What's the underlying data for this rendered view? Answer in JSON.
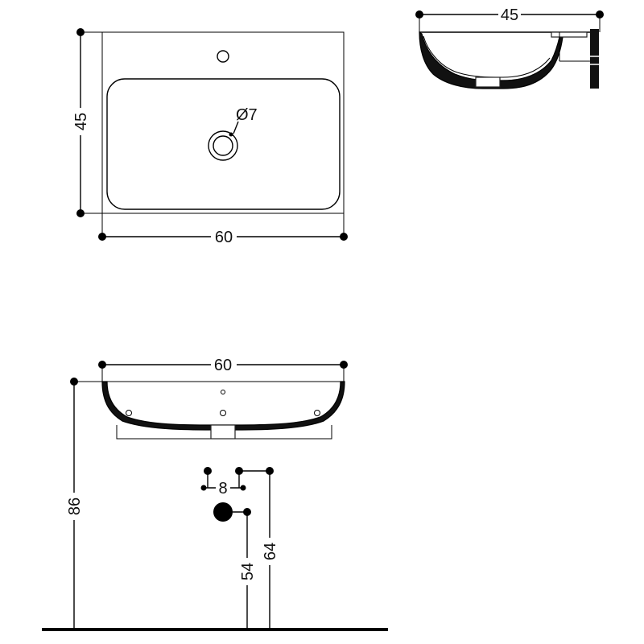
{
  "top_view": {
    "width_label": "60",
    "depth_label": "45",
    "drain_label": "Ø7"
  },
  "side_view": {
    "depth_label": "45"
  },
  "front_view": {
    "width_label": "60",
    "height_label": "86",
    "pipe_spacing_label": "8",
    "waste_height_label": "54",
    "supply_height_label": "64"
  },
  "colors": {
    "ink": "#000000",
    "background": "#ffffff"
  }
}
